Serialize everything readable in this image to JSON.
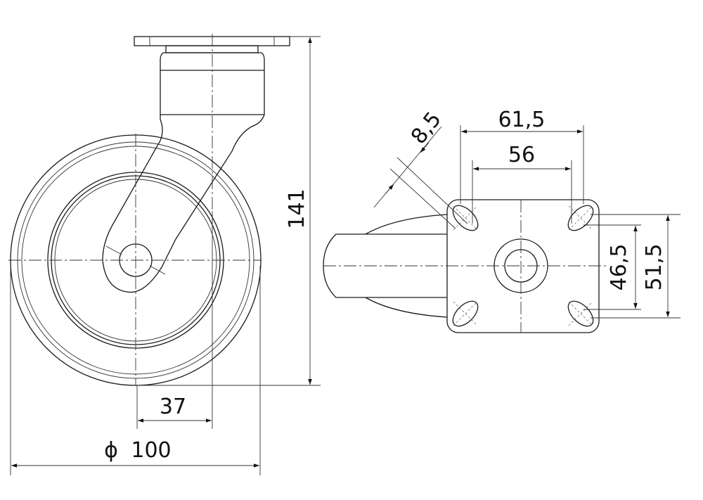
{
  "drawing": {
    "side_view": {
      "height_label": "141",
      "offset_label": "37",
      "diameter_symbol": "ϕ",
      "diameter_label": "100"
    },
    "top_view": {
      "plate_width_label": "61,5",
      "hole_spacing_x_label": "56",
      "hole_slot_label": "8,5",
      "hole_spacing_y_label": "46,5",
      "plate_length_label": "51,5"
    }
  }
}
